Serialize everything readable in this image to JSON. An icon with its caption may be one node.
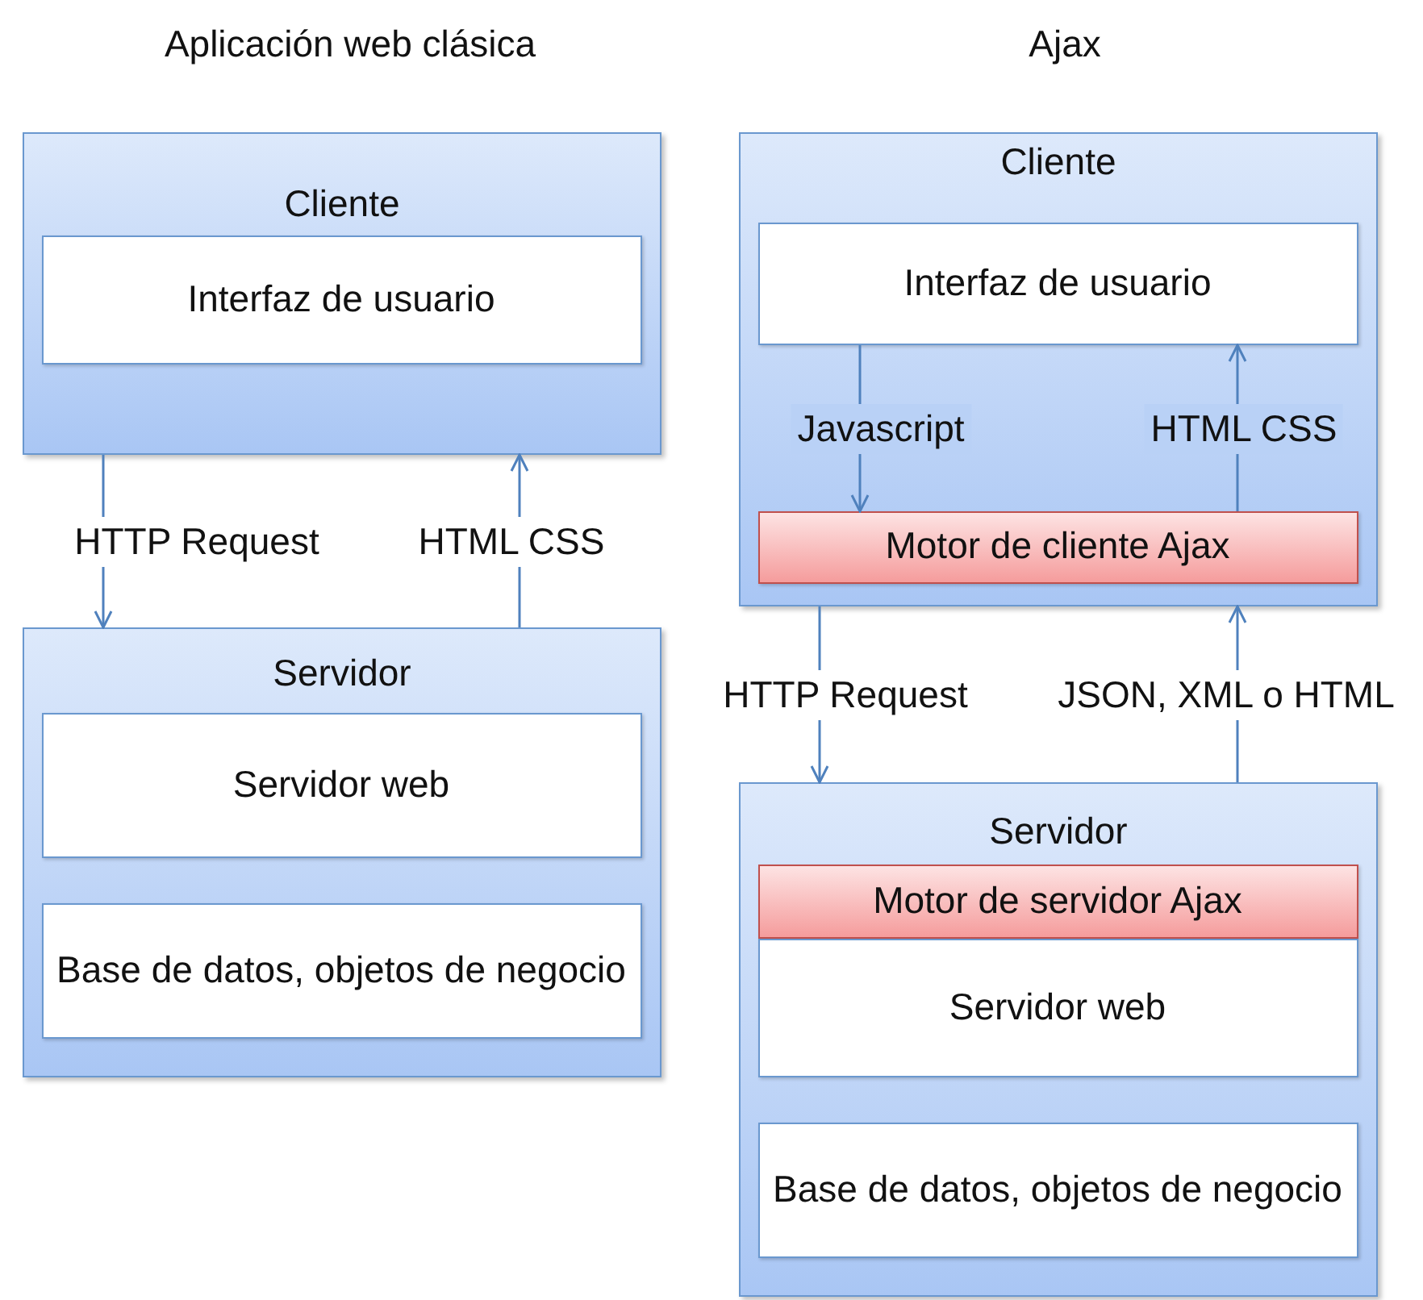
{
  "diagram": {
    "nodes": [
      {
        "text": [
          "Cliente"
        ]
      },
      {
        "text": [
          "Interfaz de usuario"
        ],
        "in": 0
      },
      {
        "text": [
          "Servidor"
        ]
      },
      {
        "text": [
          "Servidor web"
        ],
        "in": 2
      },
      {
        "text": [
          "Base de datos, objetos de negocio"
        ],
        "in": 2
      },
      {
        "text": [
          "Cliente"
        ]
      },
      {
        "text": [
          "Interfaz de usuario"
        ],
        "in": 5
      },
      {
        "text": [
          "Motor de cliente Ajax"
        ],
        "in": 5
      },
      {
        "text": [
          "Servidor"
        ]
      },
      {
        "text": [
          "Motor de servidor Ajax"
        ],
        "in": 8
      },
      {
        "text": [
          "Servidor web"
        ],
        "in": 8
      },
      {
        "text": [
          "Base de datos, objetos de negocio"
        ],
        "in": 8
      }
    ],
    "edges": [
      {
        "from": 0,
        "to": 2,
        "arrow": "to",
        "label": "HTTP Request"
      },
      {
        "from": 2,
        "to": 0,
        "arrow": "to",
        "label": "HTML CSS"
      },
      {
        "from": 6,
        "to": 7,
        "arrow": "to",
        "label": "Javascript"
      },
      {
        "from": 7,
        "to": 6,
        "arrow": "to",
        "label": "HTML CSS"
      },
      {
        "from": 5,
        "to": 8,
        "arrow": "to",
        "label": "HTTP Request"
      },
      {
        "from": 8,
        "to": 5,
        "arrow": "to",
        "label": "JSON, XML o HTML"
      }
    ],
    "labels": [
      "Aplicación web clásica",
      "Ajax"
    ]
  }
}
